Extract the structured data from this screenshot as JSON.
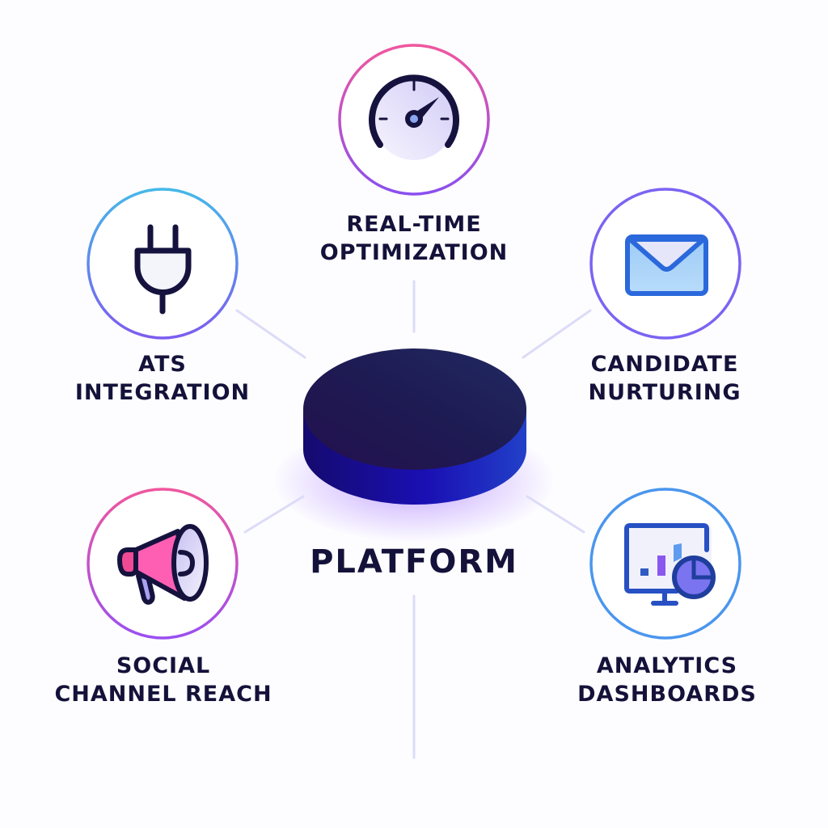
{
  "diagram": {
    "center": {
      "label": "PLATFORM",
      "shape": "3d-disc",
      "colors": {
        "top": "#1e1a52",
        "side_dark": "#150a6e",
        "side_light": "#2138c8",
        "glow": "#8a54ff"
      }
    },
    "nodes": [
      {
        "id": "realtime",
        "icon": "speedometer-icon",
        "label_line1": "REAL-TIME",
        "label_line2": "OPTIMIZATION",
        "ring_gradient": [
          "#f0569e",
          "#8a4ff0"
        ]
      },
      {
        "id": "ats",
        "icon": "plug-icon",
        "label_line1": "ATS",
        "label_line2": "INTEGRATION",
        "ring_gradient": [
          "#45b8e8",
          "#7d5cf0"
        ]
      },
      {
        "id": "candidate",
        "icon": "envelope-icon",
        "label_line1": "CANDIDATE",
        "label_line2": "NURTURING",
        "ring_gradient": [
          "#7c63f2",
          "#7c63f2"
        ]
      },
      {
        "id": "social",
        "icon": "megaphone-icon",
        "label_line1": "SOCIAL",
        "label_line2": "CHANNEL REACH",
        "ring_gradient": [
          "#f0569e",
          "#9a4ff0"
        ]
      },
      {
        "id": "analytics",
        "icon": "monitor-chart-icon",
        "label_line1": "ANALYTICS",
        "label_line2": "DASHBOARDS",
        "ring_gradient": [
          "#4a96ee",
          "#4a96ee"
        ]
      }
    ],
    "colors": {
      "text": "#14123a",
      "connector": "#dcdcf8",
      "background": "#fdfdff"
    }
  }
}
